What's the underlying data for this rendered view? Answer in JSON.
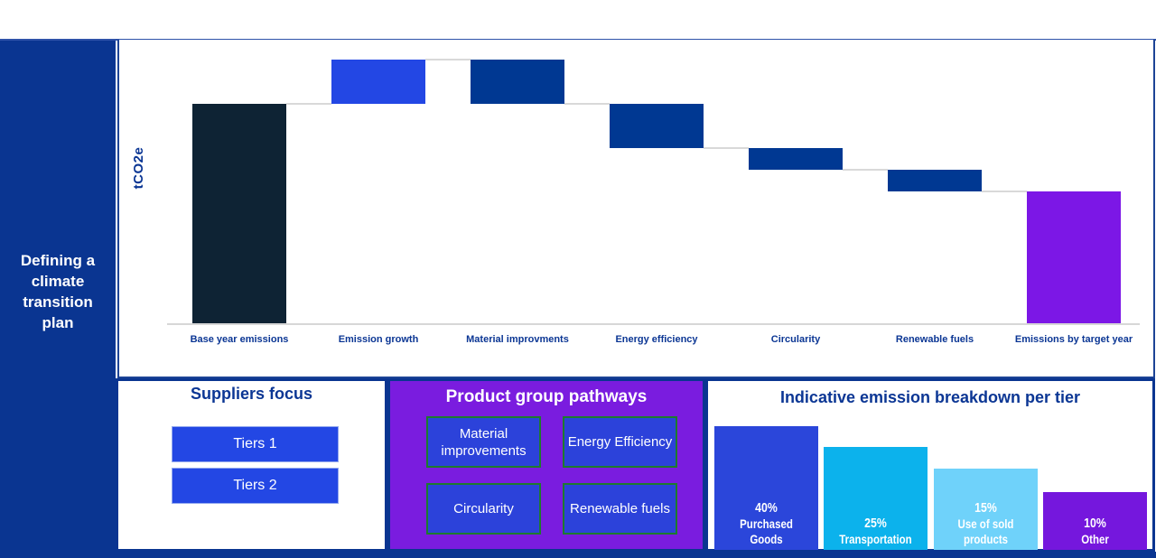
{
  "sidebar": {
    "title": "Defining a\nclimate\ntransition\nplan"
  },
  "chart_data": [
    {
      "type": "waterfall",
      "title": "",
      "ylabel": "tCO2e",
      "categories": [
        "Base year emissions",
        "Emission growth",
        "Material improvments",
        "Energy efficiency",
        "Circularity",
        "Renewable fuels",
        "Emissions by target year"
      ],
      "steps": [
        {
          "label": "Base year emissions",
          "kind": "base",
          "value": 100,
          "color": "#0E2334"
        },
        {
          "label": "Emission growth",
          "kind": "increase",
          "value": 20,
          "color": "#2347E4"
        },
        {
          "label": "Material improvments",
          "kind": "decrease",
          "value": 20,
          "color": "#003892"
        },
        {
          "label": "Energy efficiency",
          "kind": "decrease",
          "value": 20,
          "color": "#003892"
        },
        {
          "label": "Circularity",
          "kind": "decrease",
          "value": 10,
          "color": "#003892"
        },
        {
          "label": "Renewable fuels",
          "kind": "decrease",
          "value": 10,
          "color": "#003892"
        },
        {
          "label": "Emissions by target year",
          "kind": "total",
          "value": 60,
          "color": "#7C17E6"
        }
      ],
      "axis_ticks": "none shown, base year indexed to 100"
    },
    {
      "type": "bar",
      "title": "Indicative emission breakdown per tier",
      "categories": [
        "Purchased Goods",
        "Transportation",
        "Use of sold products",
        "Other"
      ],
      "values": [
        40,
        25,
        15,
        10
      ],
      "value_labels": [
        "40%",
        "25%",
        "15%",
        "10%"
      ],
      "colors": [
        "#2B46DA",
        "#0CB2EC",
        "#6FD2FA",
        "#7517DD"
      ],
      "legend": "none"
    }
  ],
  "panels": {
    "suppliers": {
      "title": "Suppliers focus",
      "buttons": [
        "Tiers 1",
        "Tiers 2"
      ]
    },
    "pathways": {
      "title": "Product group pathways",
      "buttons": [
        "Material improvements",
        "Energy Efficiency",
        "Circularity",
        "Renewable fuels"
      ]
    }
  },
  "colors": {
    "accent_blue": "#0A3591",
    "navy": "#0E2334",
    "bright_blue": "#2347E4",
    "dark_blue": "#003892",
    "purple": "#7C17E6",
    "panel_purple": "#7A1CDF",
    "green_border": "#1E7A2E",
    "connector_gray": "#D9D9D9"
  }
}
